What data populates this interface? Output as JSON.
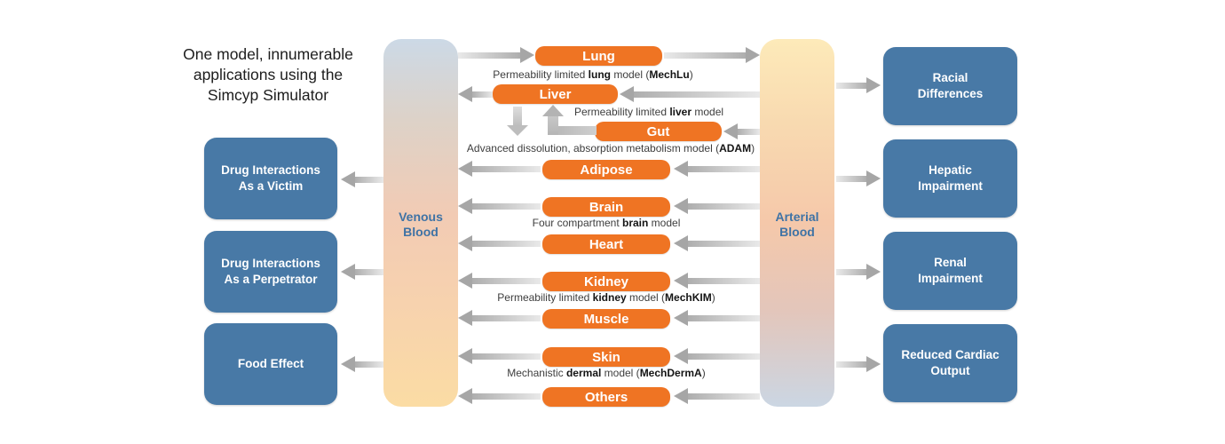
{
  "title": {
    "lines": [
      "One model, innumerable",
      "applications using the",
      "Simcyp Simulator"
    ]
  },
  "columns": {
    "venous": {
      "label": "Venous Blood"
    },
    "arterial": {
      "label": "Arterial Blood"
    }
  },
  "applications_left": [
    {
      "lines": [
        "Drug Interactions",
        "As a Victim"
      ]
    },
    {
      "lines": [
        "Drug Interactions",
        "As a Perpetrator"
      ]
    },
    {
      "lines": [
        "Food Effect"
      ]
    }
  ],
  "applications_right": [
    {
      "lines": [
        "Racial",
        "Differences"
      ]
    },
    {
      "lines": [
        "Hepatic",
        "Impairment"
      ]
    },
    {
      "lines": [
        "Renal",
        "Impairment"
      ]
    },
    {
      "lines": [
        "Reduced Cardiac",
        "Output"
      ]
    }
  ],
  "organs": [
    {
      "name": "Lung",
      "caption": [
        {
          "text": "Permeability limited ",
          "bold": false
        },
        {
          "text": "lung",
          "bold": true
        },
        {
          "text": " model (",
          "bold": false
        },
        {
          "text": "MechLu",
          "bold": true
        },
        {
          "text": ")",
          "bold": false
        }
      ]
    },
    {
      "name": "Liver",
      "caption": [
        {
          "text": "Permeability limited ",
          "bold": false
        },
        {
          "text": "liver",
          "bold": true
        },
        {
          "text": " model",
          "bold": false
        }
      ]
    },
    {
      "name": "Gut",
      "caption": [
        {
          "text": "Advanced dissolution, absorption metabolism model (",
          "bold": false
        },
        {
          "text": "ADAM",
          "bold": true
        },
        {
          "text": ")",
          "bold": false
        }
      ]
    },
    {
      "name": "Adipose"
    },
    {
      "name": "Brain",
      "caption": [
        {
          "text": "Four compartment ",
          "bold": false
        },
        {
          "text": "brain",
          "bold": true
        },
        {
          "text": " model",
          "bold": false
        }
      ]
    },
    {
      "name": "Heart"
    },
    {
      "name": "Kidney",
      "caption": [
        {
          "text": "Permeability limited ",
          "bold": false
        },
        {
          "text": "kidney",
          "bold": true
        },
        {
          "text": " model (",
          "bold": false
        },
        {
          "text": "MechKIM",
          "bold": true
        },
        {
          "text": ")",
          "bold": false
        }
      ]
    },
    {
      "name": "Muscle"
    },
    {
      "name": "Skin",
      "caption": [
        {
          "text": "Mechanistic ",
          "bold": false
        },
        {
          "text": "dermal",
          "bold": true
        },
        {
          "text": " model (",
          "bold": false
        },
        {
          "text": "MechDermA",
          "bold": true
        },
        {
          "text": ")",
          "bold": false
        }
      ]
    },
    {
      "name": "Others"
    }
  ],
  "colors": {
    "organ_orange": "#ef7423",
    "application_blue": "#4879a6",
    "column_label_blue": "#3f73a5",
    "arrow_gray": "#a6a6a6",
    "venous_gradient": [
      "#ccd9e6",
      "#f2cbb4",
      "#fbdca4"
    ],
    "arterial_gradient": [
      "#fdeab9",
      "#f5c8aa",
      "#cbd6e3"
    ]
  }
}
